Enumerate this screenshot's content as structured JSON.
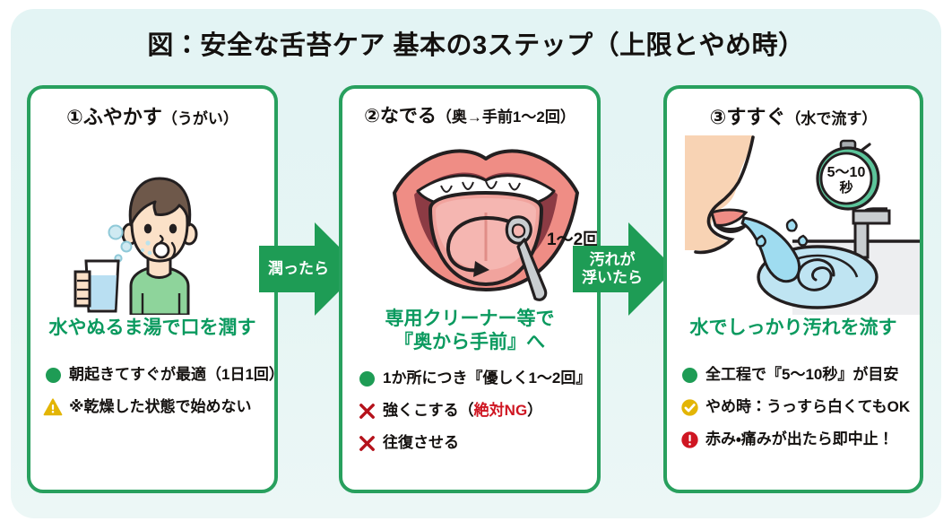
{
  "title": "図：安全な舌苔ケア 基本の3ステップ（上限とやめ時）",
  "colors": {
    "background": "#e4f4f4",
    "panel_border": "#28a05e",
    "heading_green": "#0b9a5f",
    "arrow_green": "#1e9c55",
    "warn_yellow": "#e3b505",
    "danger_red": "#cf1622"
  },
  "panels": [
    {
      "id": "panel-1",
      "number": "①",
      "heading": "ふやかす",
      "heading_sub": "（うがい）",
      "art": "person-gargling-with-glass",
      "subtitle": "水やぬるま湯で口を潤す",
      "bullets": [
        {
          "icon": "green-dot-icon",
          "text": "朝起きてすぐが最適（1日1回）",
          "style": "normal"
        },
        {
          "icon": "warning-triangle-icon",
          "text": "※乾燥した状態で始めない",
          "style": "warn"
        }
      ]
    },
    {
      "id": "panel-2",
      "number": "②",
      "heading": "なでる",
      "heading_sub": "（奥→手前1〜2回）",
      "art": "open-mouth-tongue-with-cleaner",
      "art_label": "1〜2回",
      "subtitle_line1": "専用クリーナー等で",
      "subtitle_line2": "『奥から手前』へ",
      "bullets": [
        {
          "icon": "green-dot-icon",
          "text": "1か所につき『優しく1〜2回』",
          "style": "normal"
        },
        {
          "icon": "red-x-icon",
          "text": "強くこする（",
          "text_em": "絶対NG",
          "text_tail": "）",
          "style": "normal"
        },
        {
          "icon": "red-x-icon",
          "text": "往復させる",
          "style": "normal"
        }
      ]
    },
    {
      "id": "panel-3",
      "number": "③",
      "heading": "すすぐ",
      "heading_sub": "（水で流す）",
      "art": "face-rinsing-at-sink-with-timer",
      "art_timer_line1": "5〜10",
      "art_timer_line2": "秒",
      "subtitle": "水でしっかり汚れを流す",
      "bullets": [
        {
          "icon": "green-dot-icon",
          "text": "全工程で『5〜10秒』が目安",
          "style": "normal"
        },
        {
          "icon": "yellow-check-icon",
          "text": "やめ時：うっすら白くてもOK",
          "style": "normal"
        },
        {
          "icon": "red-exclamation-icon",
          "text": "赤み・痛みが出たら即中止！",
          "style": "danger"
        }
      ]
    }
  ],
  "arrows": [
    {
      "id": "arrow-1",
      "label": "潤ったら"
    },
    {
      "id": "arrow-2",
      "label": "汚れが\n浮いたら"
    }
  ]
}
